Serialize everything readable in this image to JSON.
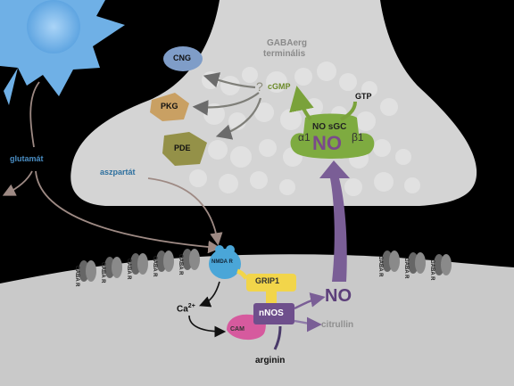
{
  "terminal": {
    "title_line1": "GABAerg",
    "title_line2": "terminális"
  },
  "signaling": {
    "cng": "CNG",
    "pkg": "PKG",
    "pde": "PDE",
    "question": "?",
    "cgmp": "cGMP",
    "gtp": "GTP",
    "no_sgc": "NO sGC",
    "alpha1": "α1",
    "beta1": "β1",
    "no_big": "NO"
  },
  "labels": {
    "glutamat": "glutamát",
    "aszpartat": "aszpartát",
    "nmda": "NMDA R",
    "grip1": "GRIP1",
    "ca": "Ca",
    "ca_sup": "2+",
    "nnos": "nNOS",
    "cam": "CAM",
    "no_post": "NO",
    "citrullin": "citrullin",
    "arginin": "arginin"
  },
  "gaba_receptor_label": "GABA R",
  "colors": {
    "terminal_fill": "#d4d4d4",
    "postsyn_fill": "#c8c8c8",
    "neuron_blue": "#6fb0e6",
    "purple": "#6e4f8c",
    "green": "#7aa23a",
    "grip_yellow": "#f2d54a",
    "cam_pink": "#d65a9e",
    "nmda_blue": "#4aa6d8",
    "label_blue": "#2c6f9e"
  }
}
